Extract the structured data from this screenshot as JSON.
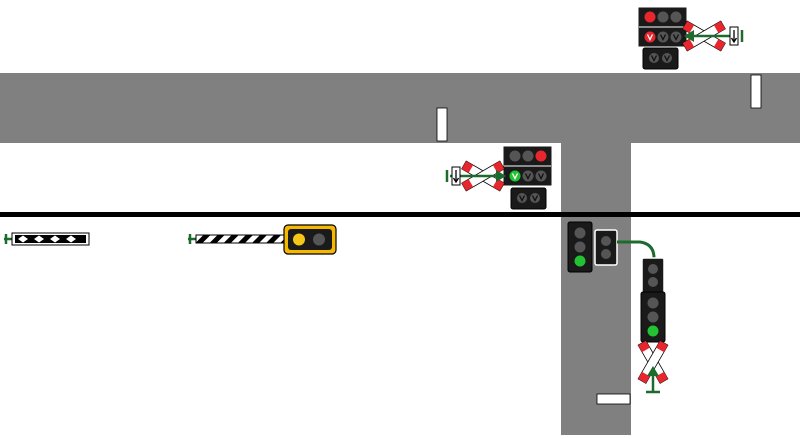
{
  "scene": {
    "title": ""
  },
  "colors": {
    "background": "#ffffff",
    "road": "#808080",
    "road_marking": "#ffffff",
    "track": "#000000",
    "signal_housing": "#1a1a1a",
    "lamp_off": "#555555",
    "lamp_red": "#e8262d",
    "lamp_green": "#22c232",
    "lamp_amber": "#f5c518",
    "cross_white": "#ffffff",
    "cross_red": "#e8262d",
    "arrow_green": "#1e6b2e",
    "barrier_yellow": "#f5b800"
  },
  "signals": {
    "north_crossing": {
      "top_row": [
        "red",
        "off",
        "off"
      ],
      "arrow_row": [
        "red-arrow",
        "off-arrow",
        "off-arrow"
      ],
      "repeater": [
        "off-arrow",
        "off-arrow"
      ]
    },
    "center_crossing": {
      "top_row": [
        "off",
        "off",
        "red"
      ],
      "arrow_row": [
        "green-arrow",
        "off-arrow",
        "off-arrow"
      ],
      "repeater": [
        "off-arrow",
        "off-arrow"
      ]
    },
    "junction_main": [
      "off",
      "off",
      "green"
    ],
    "junction_repeater": [
      "off",
      "off"
    ],
    "side_repeater": [
      "off",
      "off"
    ],
    "side_main": [
      "off",
      "off",
      "green"
    ],
    "level_crossing": [
      "amber",
      "off"
    ]
  },
  "icons": {
    "crossing_sign": "saint-andrews-cross-icon",
    "barrier": "barrier-arm-icon",
    "arrow": "direction-arrow-icon"
  }
}
